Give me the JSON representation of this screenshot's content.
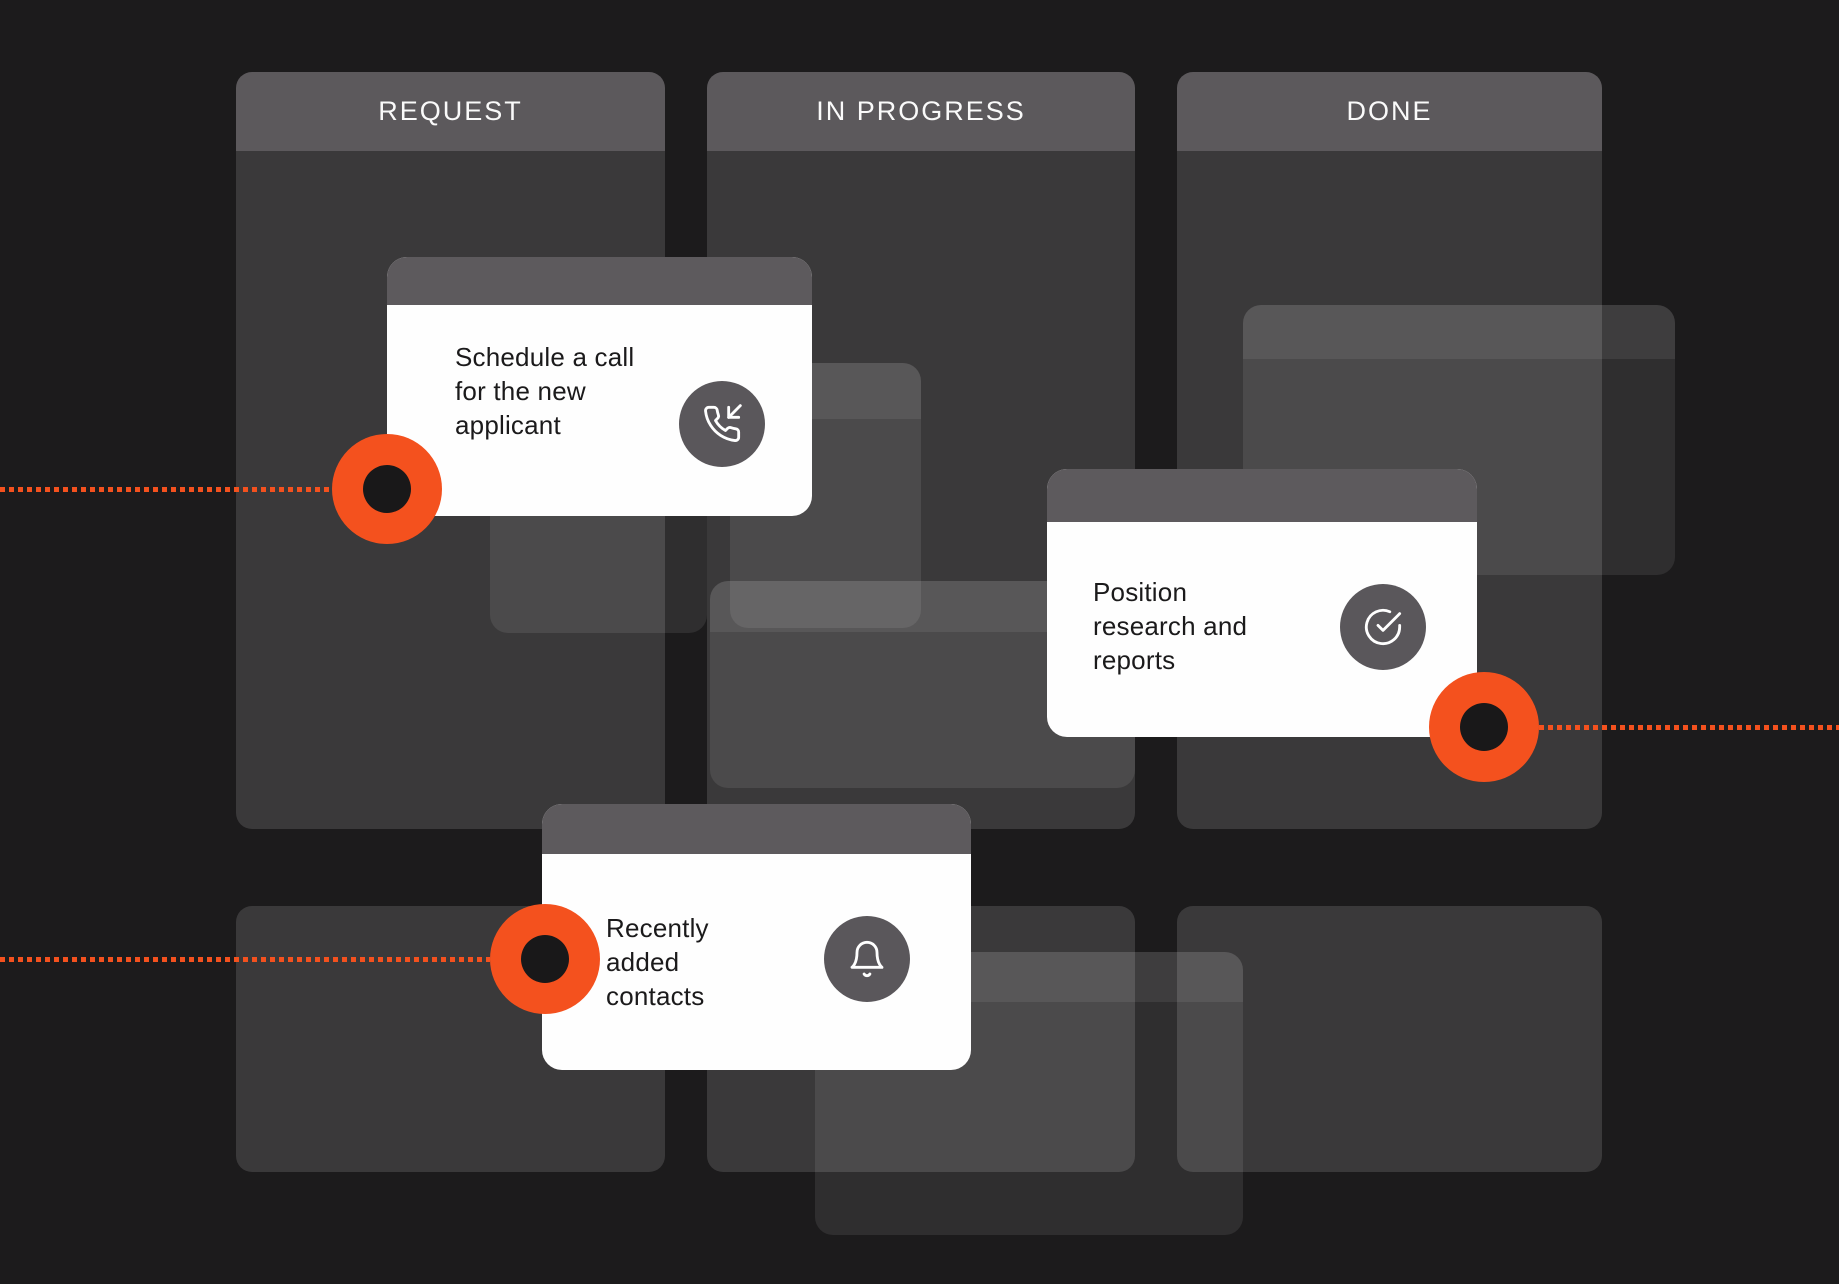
{
  "board": {
    "columns": [
      {
        "label": "REQUEST"
      },
      {
        "label": "IN PROGRESS"
      },
      {
        "label": "DONE"
      }
    ],
    "cards": [
      {
        "title": "Schedule a call\nfor the new\napplicant",
        "icon": "phone-incoming-icon"
      },
      {
        "title": "Position\nresearch and\nreports",
        "icon": "check-circle-icon"
      },
      {
        "title": "Recently\nadded\ncontacts",
        "icon": "bell-icon"
      }
    ],
    "connectors": [
      {
        "side": "left",
        "attached_to": "Schedule a call for the new applicant"
      },
      {
        "side": "right",
        "attached_to": "Position research and reports"
      },
      {
        "side": "left",
        "attached_to": "Recently added contacts"
      }
    ]
  },
  "colors": {
    "background": "#1C1B1C",
    "column": "#3A393A",
    "column_header": "#5C595C",
    "card_header": "#5D5A5D",
    "icon_circle": "#5A575B",
    "accent_orange": "#F4511E",
    "dot_core": "#191819",
    "card_text": "#1B1A1B"
  }
}
